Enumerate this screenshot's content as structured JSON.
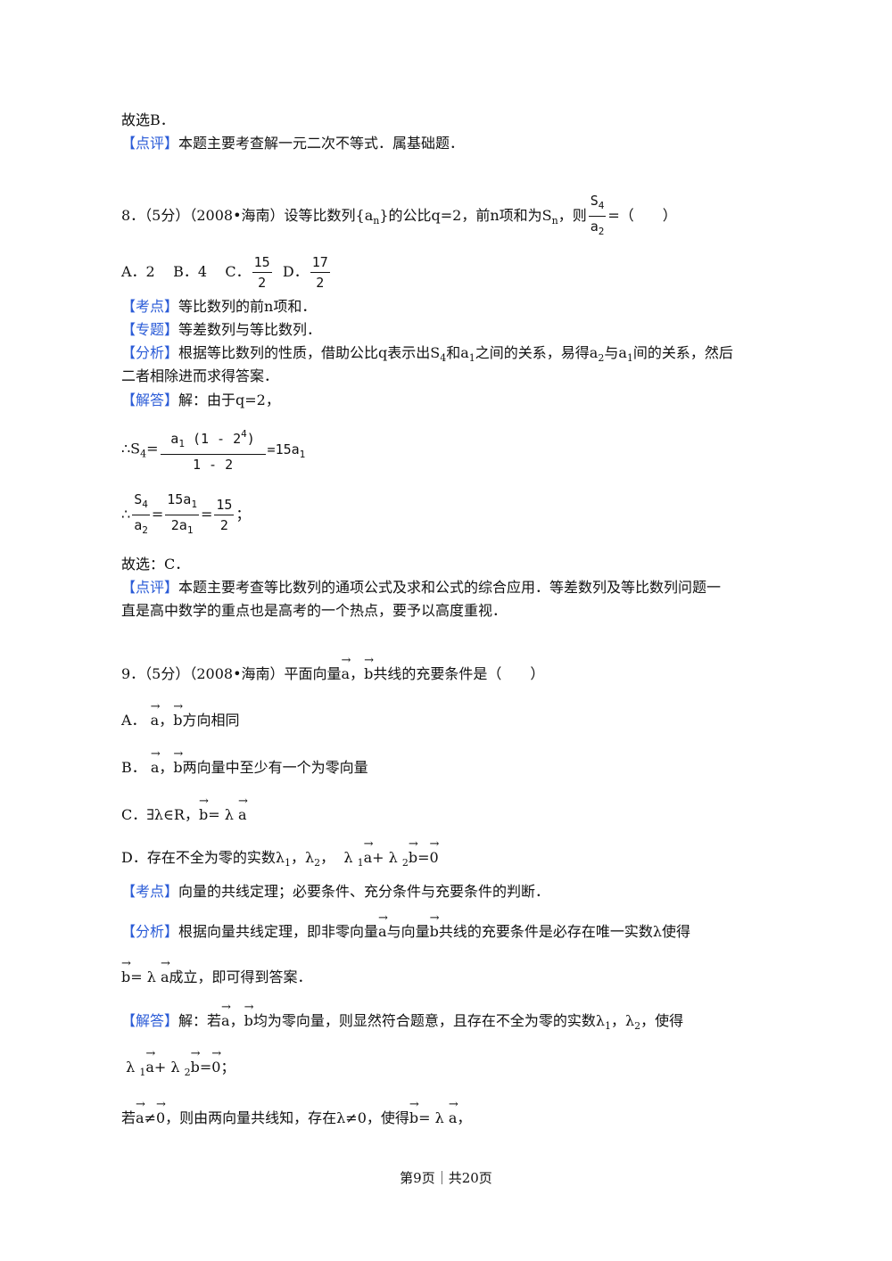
{
  "top": {
    "line1": "故选B．",
    "review_tag": "【点评】",
    "review_text": "本题主要考查解一元二次不等式．属基础题．"
  },
  "q8": {
    "num": "8．（5分）（2008•海南）设等比数列{a",
    "num_sub": "n",
    "mid1": "}的公比q=2，前n项和为S",
    "mid1_sub": "n",
    "mid2": "，则",
    "frac_num": "S",
    "frac_num_sub": "4",
    "frac_den": "a",
    "frac_den_sub": "2",
    "tail": "=（　　）",
    "opt_a": "A．2",
    "opt_b": "B．4",
    "opt_c": "C．",
    "opt_c_num": "15",
    "opt_c_den": "2",
    "opt_d": "D．",
    "opt_d_num": "17",
    "opt_d_den": "2",
    "kaodian_tag": "【考点】",
    "kaodian": "等比数列的前n项和．",
    "zhuanti_tag": "【专题】",
    "zhuanti": "等差数列与等比数列．",
    "fenxi_tag": "【分析】",
    "fenxi1": "根据等比数列的性质，借助公比q表示出S",
    "fenxi1_sub1": "4",
    "fenxi1b": "和a",
    "fenxi1_sub2": "1",
    "fenxi1c": "之间的关系，易得a",
    "fenxi1_sub3": "2",
    "fenxi1d": "与a",
    "fenxi1_sub4": "1",
    "fenxi1e": "间的关系，然后",
    "fenxi2": "二者相除进而求得答案．",
    "jieda_tag": "【解答】",
    "jieda": "解：由于q=2，",
    "eq1_left": "∴S",
    "eq1_left_sub": "4",
    "eq1_num": "a",
    "eq1_num_sub": "1",
    "eq1_num_rest": "(1 - 2",
    "eq1_num_sup": "4",
    "eq1_num_close": ")",
    "eq1_den": "1 - 2",
    "eq1_right": "=15a",
    "eq1_right_sub": "1",
    "eq2_left": "∴",
    "eq2_f1_num": "S",
    "eq2_f1_num_sub": "4",
    "eq2_f1_den": "a",
    "eq2_f1_den_sub": "2",
    "eq2_f2_num": "15a",
    "eq2_f2_num_sub": "1",
    "eq2_f2_den": "2a",
    "eq2_f2_den_sub": "1",
    "eq2_f3_num": "15",
    "eq2_f3_den": "2",
    "eq2_tail": "；",
    "choose": "故选：C．",
    "review_tag": "【点评】",
    "review1": "本题主要考查等比数列的通项公式及求和公式的综合应用．等差数列及等比数列问题一",
    "review2": "直是高中数学的重点也是高考的一个热点，要予以高度重视．"
  },
  "q9": {
    "stem1": "9．（5分）（2008•海南）平面向量",
    "va": "a",
    "comma": "，",
    "vb": "b",
    "stem2": "共线的充要条件是（　　）",
    "opt_a_prefix": "A．",
    "opt_a_text": "方向相同",
    "opt_b_prefix": "B．",
    "opt_b_text": "两向量中至少有一个为零向量",
    "opt_c_prefix": "C．∃λ∈R，",
    "opt_c_eq": "= λ",
    "opt_d_prefix": "D．存在不全为零的实数λ",
    "opt_d_sub1": "1",
    "opt_d_mid": "，λ",
    "opt_d_sub2": "2",
    "opt_d_mid2": "，",
    "lambda": "λ",
    "plus": "+ λ",
    "eq": "=",
    "zero": "0",
    "kaodian_tag": "【考点】",
    "kaodian": "向量的共线定理；必要条件、充分条件与充要条件的判断．",
    "fenxi_tag": "【分析】",
    "fenxi1": "根据向量共线定理，即非零向量",
    "fenxi1b": "与向量",
    "fenxi1c": "共线的充要条件是必存在唯一实数λ使得",
    "fenxi2_eq": "= λ",
    "fenxi2_tail": "成立，即可得到答案．",
    "jieda_tag": "【解答】",
    "jieda1": "解：若",
    "jieda1b": "均为零向量，则显然符合题意，且存在不全为零的实数λ",
    "jieda1_sub1": "1",
    "jieda1c": "，λ",
    "jieda1_sub2": "2",
    "jieda1d": "，使得",
    "jieda2_tail": "；",
    "jieda3a": "若",
    "neq": "≠",
    "jieda3b": "，则由两向量共线知，存在λ≠0，使得",
    "jieda3_eq": "= λ",
    "jieda3_tail": "，"
  },
  "footer": {
    "text": "第9页｜共20页"
  }
}
